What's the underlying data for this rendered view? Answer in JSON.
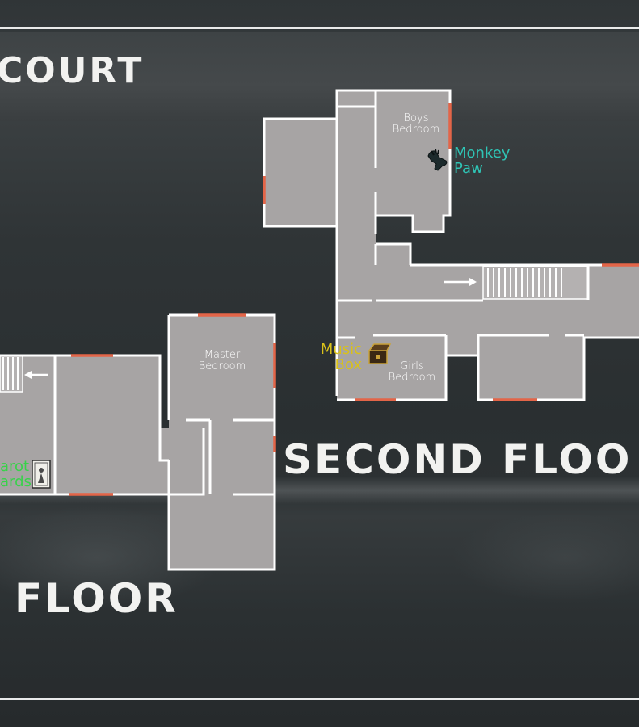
{
  "titles": {
    "top_left": "COURT",
    "second_floor": "SECOND FLOO",
    "first_floor": "FLOOR"
  },
  "rooms": {
    "boys_bedroom": {
      "line1": "Boys",
      "line2": "Bedroom"
    },
    "master_bedroom": {
      "line1": "Master",
      "line2": "Bedroom"
    },
    "girls_bedroom": {
      "line1": "Girls",
      "line2": "Bedroom"
    }
  },
  "items": {
    "monkey_paw": {
      "line1": "Monkey",
      "line2": "Paw",
      "icon": "monkey-paw-icon",
      "color": "#2fc4b5"
    },
    "music_box": {
      "line1": "Music",
      "line2": "Box",
      "icon": "music-box-icon",
      "color": "#d9c11a"
    },
    "tarot_cards": {
      "line1": "arot",
      "line2": "ards",
      "icon": "tarot-cards-icon",
      "color": "#38d24a"
    }
  },
  "colors": {
    "floor": "#a7a4a4",
    "wall": "#ffffff",
    "door": "#e36548"
  }
}
